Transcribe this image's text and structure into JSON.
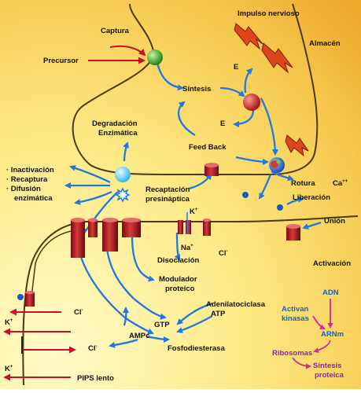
{
  "colors": {
    "background_light": "#fef7a8",
    "background_dark": "#f2b63c",
    "blue_arrow": "#1f78e0",
    "red_arrow": "#c8102e",
    "magenta_arrow": "#d2289b",
    "membrane": "#4a3a10",
    "channel": "#b5121b"
  },
  "presynaptic": {
    "impulso": "Impulso nervioso",
    "almacen": "Almacén",
    "captura": "Captura",
    "precursor": "Precursor",
    "sintesis": "Síntesis",
    "e_top": "E",
    "e_bottom": "E",
    "degradacion_1": "Degradación",
    "degradacion_2": "Enzimática",
    "feedback": "Feed Back",
    "rotura": "Rotura",
    "ca": "Ca",
    "ca_sup": "++",
    "liberacion": "Liberación",
    "recaptacion_1": "Recaptación",
    "recaptacion_2": "presináptica"
  },
  "cleft": {
    "list_1": "· Inactivación",
    "list_2": "· Recaptura",
    "list_3": "· Difusión",
    "list_4": "enzimática",
    "union": "Unión"
  },
  "postsynaptic": {
    "k_top": "K",
    "k_top_sup": "+",
    "na": "Na",
    "na_sup": "+",
    "cl_top": "Cl",
    "cl_top_sup": "-",
    "disociacion": "Disociación",
    "activacion": "Activación",
    "modulador_1": "Modulador",
    "modulador_2": "proteico",
    "adenil_1": "Adenilatociclasa",
    "adenil_2": "ATP",
    "gtp": "GTP",
    "ampc": "AMPc",
    "fosfo": "Fosfodiesterasa",
    "cl_left1": "Cl",
    "cl_left1_sup": "-",
    "k_left": "K",
    "k_left_sup": "+",
    "cl_left2": "Cl",
    "cl_left2_sup": "-",
    "k_bottom": "K",
    "k_bottom_sup": "+",
    "pips": "PIPS lento"
  },
  "cascade": {
    "adn": "ADN",
    "activan_1": "Activan",
    "activan_2": "kinasas",
    "arnm": "ARNm",
    "ribosomas": "Ribosomas",
    "sintesis_1": "Síntesis",
    "sintesis_2": "proteica"
  }
}
